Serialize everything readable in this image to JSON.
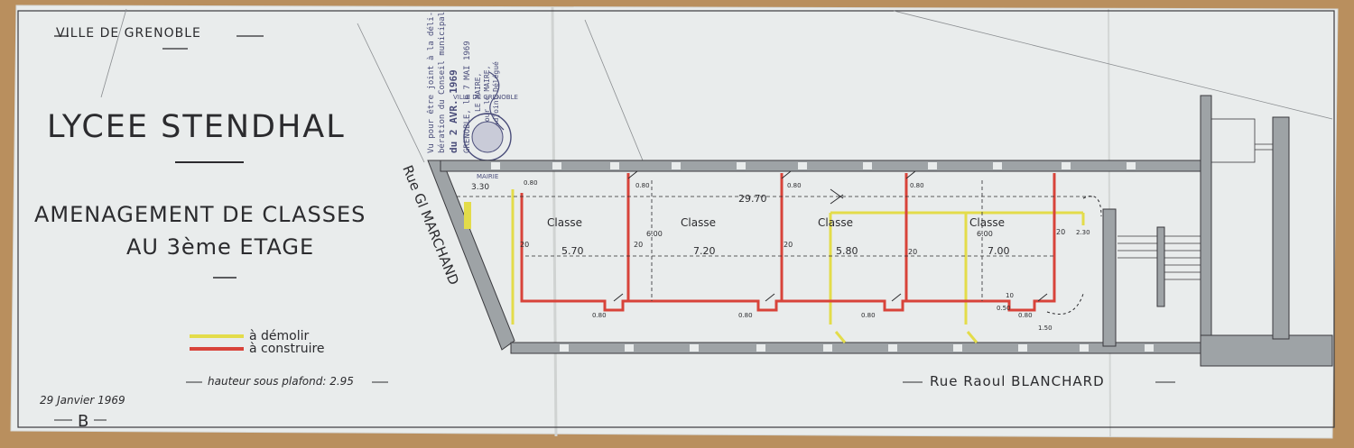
{
  "header": {
    "city": "VILLE DE GRENOBLE",
    "school": "LYCEE STENDHAL",
    "subtitle_line1": "AMENAGEMENT DE CLASSES",
    "subtitle_line2": "AU 3ème ETAGE"
  },
  "legend": {
    "demolish_label": "à démolir",
    "build_label": "à construire",
    "ceiling_height": "hauteur sous plafond: 2.95",
    "demolish_color": "#e3dc4a",
    "build_color": "#d8433a"
  },
  "signature": {
    "date": "29 Janvier 1969",
    "initial": "B"
  },
  "streets": {
    "west": "Rue Gl MARCHAND",
    "south": "Rue Raoul BLANCHARD"
  },
  "stamp": {
    "line1": "Vu pour être joint à la déli-",
    "line2": "bération du Conseil municipal",
    "line3": "du 2 AVR. 1969",
    "line4": "GRENOBLE, le 7 MAI 1969",
    "line5": "LE MAIRE,",
    "line6": "Pour le MAIRE,",
    "line7": "L'Adjoint Délégué",
    "seal_top": "VILLE DE GRENOBLE",
    "seal_bottom": "MAIRIE"
  },
  "rooms": [
    {
      "label": "Classe"
    },
    {
      "label": "Classe"
    },
    {
      "label": "Classe"
    },
    {
      "label": "Classe"
    }
  ],
  "dimensions": {
    "total_length": "29.70",
    "end_width": "3.30",
    "room1": "5.70",
    "room2": "7.20",
    "room3": "5.80",
    "room4": "7.00",
    "depth_a": "6.00",
    "depth_b": "6.00",
    "partition": "20",
    "door_width": "0.80",
    "door_width_small": "0.50",
    "corridor_a": "2.30",
    "corridor_b": "1.50",
    "wall_10": "10"
  },
  "colors": {
    "paper": "#e9ecec",
    "wall": "#9ea3a6",
    "ink": "#2b2b2e",
    "stamp": "#4a4d7a"
  }
}
